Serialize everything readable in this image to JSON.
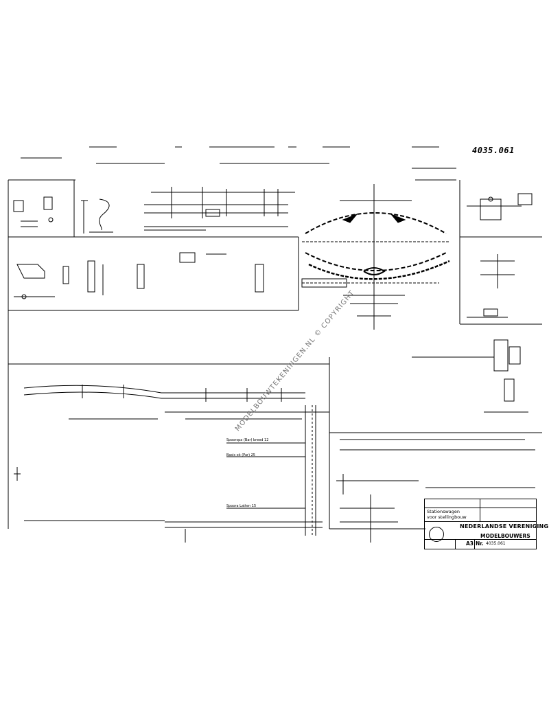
{
  "drawing": {
    "reference_number": "4035.061",
    "watermark": "MODELBOUWTEKENINGEN.NL © COPYRIGHT",
    "title_block": {
      "description": "Stationswagen voor stellingbouw",
      "organization_line1": "NEDERLANDSE VERENIGING",
      "organization_line2": "MODELBOUWERS",
      "sheet_format": "A3",
      "number_label": "Nr.",
      "number_value": "4035.061"
    },
    "callouts": [
      "Spoorspa (Bar) breed 12",
      "Basis ok (Par) 25",
      "Spoora Latten 15"
    ]
  }
}
